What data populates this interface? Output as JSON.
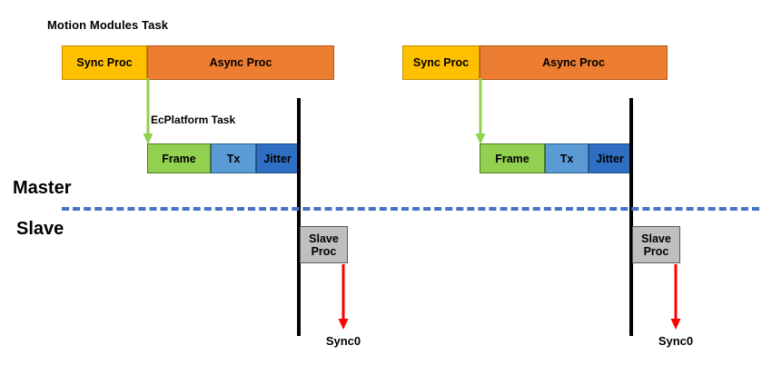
{
  "diagram": {
    "title": "Motion Modules Task",
    "ecplatform_label": "EcPlatform Task",
    "master_label": "Master",
    "slave_label": "Slave",
    "colors": {
      "sync_proc": "#FFC000",
      "async_proc": "#ED7D31",
      "frame": "#92D050",
      "tx": "#5B9BD5",
      "jitter": "#2E6FC4",
      "slave_proc": "#BFBFBF",
      "boundary_line": "#000000",
      "divider_dashed": "#4472C4",
      "sync_arrow": "#92D050",
      "sync0_arrow": "#FF0000"
    },
    "cycles": [
      {
        "id": "cycle-1",
        "motion_task": {
          "sync_proc": "Sync Proc",
          "async_proc": "Async Proc"
        },
        "ecplatform_task": {
          "frame": "Frame",
          "tx": "Tx",
          "jitter": "Jitter"
        },
        "slave_proc": {
          "line1": "Slave",
          "line2": "Proc"
        },
        "sync0": "Sync0"
      },
      {
        "id": "cycle-2",
        "motion_task": {
          "sync_proc": "Sync Proc",
          "async_proc": "Async Proc"
        },
        "ecplatform_task": {
          "frame": "Frame",
          "tx": "Tx",
          "jitter": "Jitter"
        },
        "slave_proc": {
          "line1": "Slave",
          "line2": "Proc"
        },
        "sync0": "Sync0"
      }
    ]
  }
}
